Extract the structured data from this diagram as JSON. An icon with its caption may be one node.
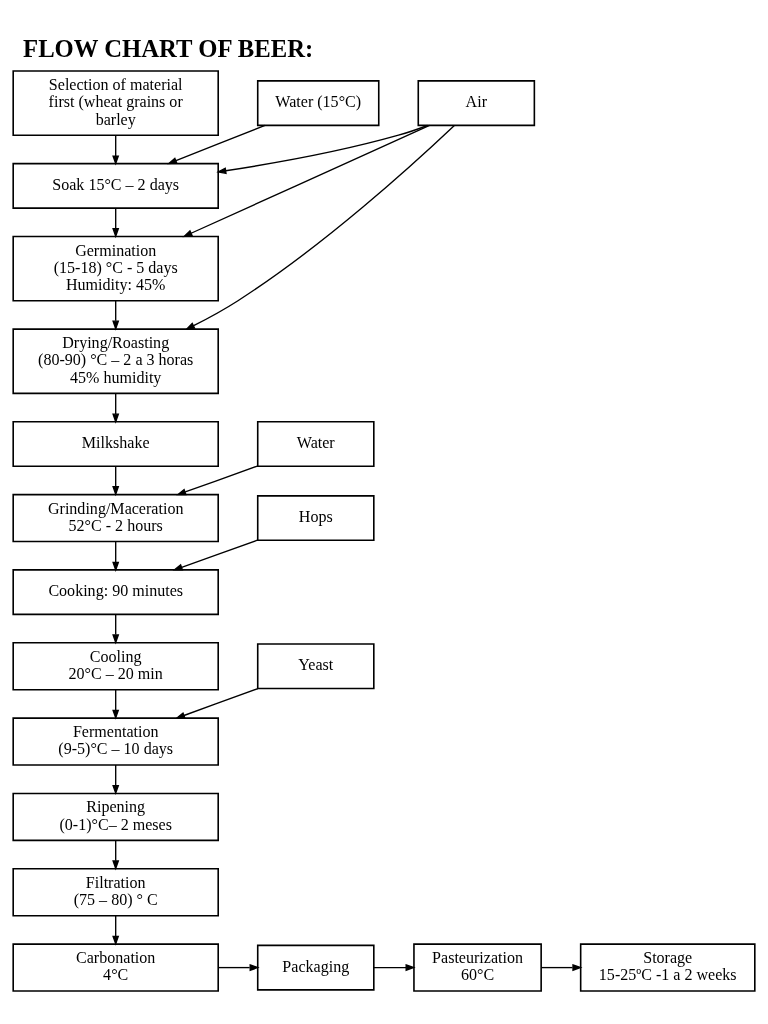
{
  "diagram": {
    "title": "FLOW CHART OF BEER:",
    "nodes": [
      {
        "text": [
          "Selection of material first (wheat grains or barley"
        ]
      },
      {
        "text": [
          "Water (15°C)"
        ]
      },
      {
        "text": [
          "Soak 15°C – 2 days"
        ]
      },
      {
        "text": [
          "Germination",
          "(15-18) °C - 5 days",
          "Humidity: 45%"
        ]
      },
      {
        "text": [
          "Air"
        ]
      },
      {
        "text": [
          "Drying/Roasting",
          "(80-90) °C – 2 a 3 horas",
          "45% humidity"
        ]
      },
      {
        "text": [
          "Milkshake"
        ]
      },
      {
        "text": [
          "Grinding/Maceration",
          "52°C - 2 hours"
        ]
      },
      {
        "text": [
          "Water"
        ]
      },
      {
        "text": [
          "Cooking: 90 minutes"
        ]
      },
      {
        "text": [
          "Hops"
        ]
      },
      {
        "text": [
          "Cooling",
          "20°C – 20 min"
        ]
      },
      {
        "text": [
          "Fermentation",
          "(9-5)°C – 10 days"
        ]
      },
      {
        "text": [
          "Yeast"
        ]
      },
      {
        "text": [
          "Ripening",
          "(0-1)°C– 2 meses"
        ]
      },
      {
        "text": [
          "Filtration",
          "(75 – 80) ° C"
        ]
      },
      {
        "text": [
          "Carbonation",
          "4°C"
        ]
      },
      {
        "text": [
          "Packaging"
        ]
      },
      {
        "text": [
          "Pasteurization",
          "60°C"
        ]
      },
      {
        "text": [
          "Storage",
          "15-25ºC -1 a 2 weeks"
        ]
      }
    ],
    "edges": [
      {
        "from": 0,
        "to": 2,
        "arrow": "to"
      },
      {
        "from": 1,
        "to": 2,
        "arrow": "to"
      },
      {
        "from": 2,
        "to": 3,
        "arrow": "to"
      },
      {
        "from": 4,
        "to": 2,
        "arrow": "to"
      },
      {
        "from": 4,
        "to": 3,
        "arrow": "to"
      },
      {
        "from": 4,
        "to": 5,
        "arrow": "to"
      },
      {
        "from": 3,
        "to": 5,
        "arrow": "to"
      },
      {
        "from": 5,
        "to": 6,
        "arrow": "to"
      },
      {
        "from": 6,
        "to": 7,
        "arrow": "to"
      },
      {
        "from": 8,
        "to": 7,
        "arrow": "to"
      },
      {
        "from": 7,
        "to": 9,
        "arrow": "to"
      },
      {
        "from": 10,
        "to": 9,
        "arrow": "to"
      },
      {
        "from": 9,
        "to": 11,
        "arrow": "to"
      },
      {
        "from": 11,
        "to": 12,
        "arrow": "to"
      },
      {
        "from": 13,
        "to": 12,
        "arrow": "to"
      },
      {
        "from": 12,
        "to": 14,
        "arrow": "to"
      },
      {
        "from": 14,
        "to": 15,
        "arrow": "to"
      },
      {
        "from": 15,
        "to": 16,
        "arrow": "to"
      },
      {
        "from": 16,
        "to": 17,
        "arrow": "to"
      },
      {
        "from": 17,
        "to": 18,
        "arrow": "to"
      },
      {
        "from": 18,
        "to": 19,
        "arrow": "to"
      }
    ]
  }
}
